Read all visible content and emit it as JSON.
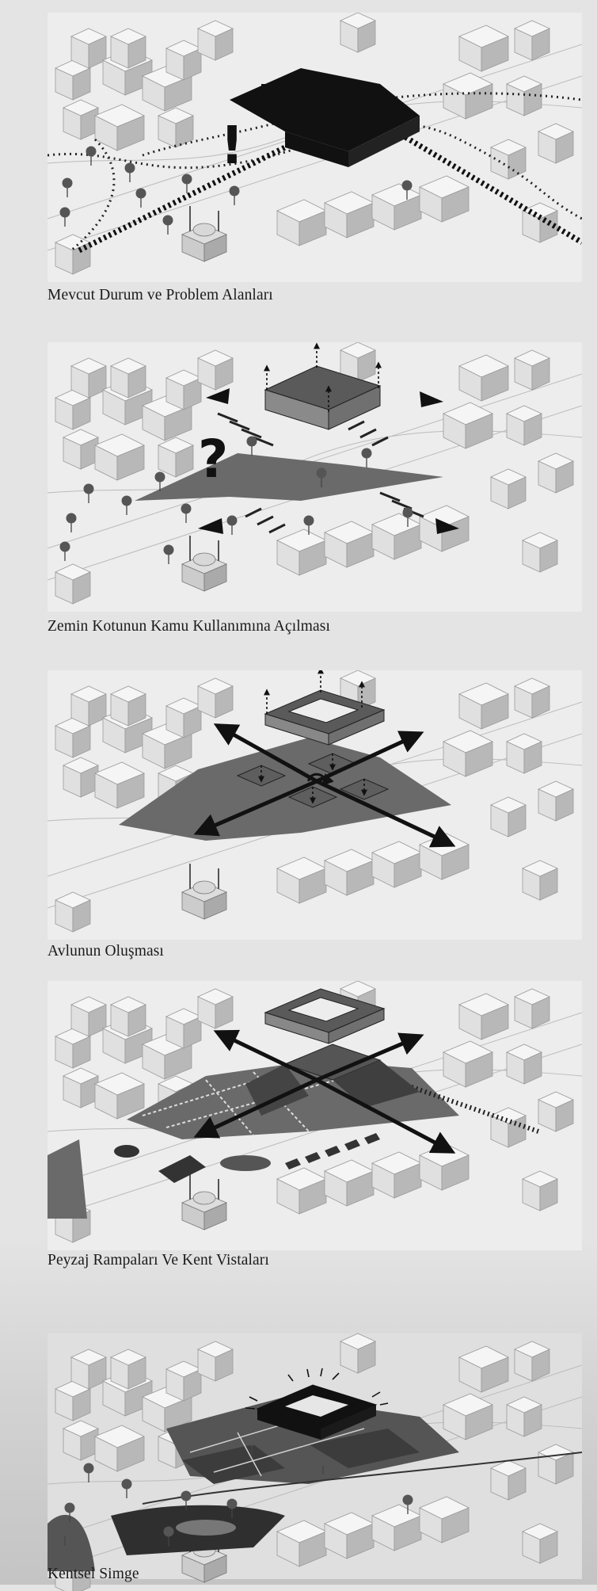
{
  "captions": [
    "Mevcut Durum ve Problem Alanları",
    "Zemin Kotunun Kamu Kullanımına Açılması",
    "Avlunun Oluşması",
    "Peyzaj Rampaları Ve Kent Vistaları",
    "Kentsel Simge"
  ],
  "symbols": {
    "problem": "!",
    "question": "?"
  },
  "colors": {
    "background": "#e4e4e4",
    "building_fill": "#f2f2f2",
    "building_shade": "#b4b4b4",
    "plaza_fill": "#6a6a6a",
    "mass_fill": "#5a5a5a",
    "black": "#111111"
  }
}
